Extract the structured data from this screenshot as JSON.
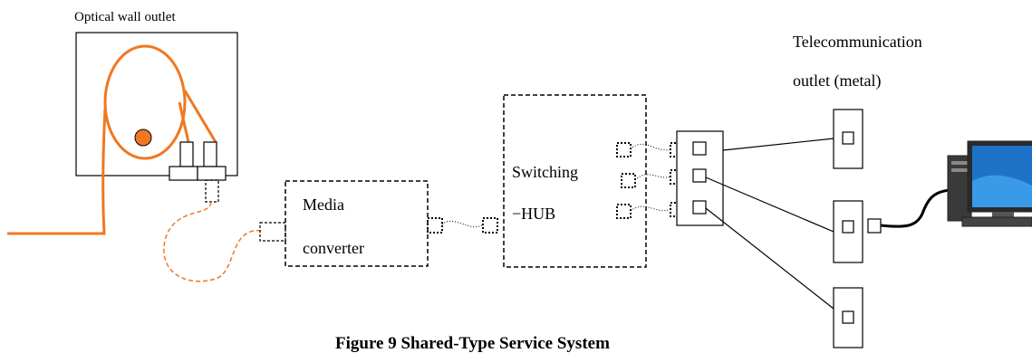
{
  "labels": {
    "optical_outlet": "Optical wall outlet",
    "telecom_outlet_line1": "Telecommunication",
    "telecom_outlet_line2": "outlet (metal)",
    "media_converter_line1": "Media",
    "media_converter_line2": "converter",
    "switching_hub_line1": "Switching",
    "switching_hub_line2": "−HUB",
    "caption": "Figure 9 Shared-Type Service System"
  },
  "colors": {
    "fiber": "#f07820",
    "line": "#000000",
    "monitor_screen": "#1e73c8"
  },
  "icons": {
    "computer": "desktop-computer-icon"
  }
}
